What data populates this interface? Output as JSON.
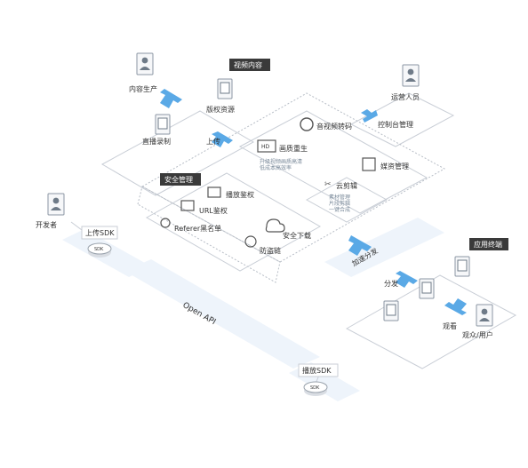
{
  "colors": {
    "accent_blue": "#5aa9e6",
    "band_blue": "#eef4fb",
    "dark_tag": "#3a3a3a",
    "line_gray": "#c9ced6"
  },
  "producers": {
    "content_producer": "内容生产",
    "live_recording": "直播录制",
    "copyright_source": "版权资源",
    "video_content_tag": "视频内容",
    "upload_label": "上传"
  },
  "operator": {
    "ops_staff": "运营人员",
    "console_manage": "控制台管理"
  },
  "core": {
    "transcode": "音视频转码",
    "hd_gen": "画质重生",
    "hd_desc": "升级视频画质高清\n低成本高效率",
    "media_manage": "媒资管理",
    "clip": "云剪辑",
    "clip_desc": "素材管理\n片段剪辑\n一键合成",
    "hd_icon": "HD"
  },
  "security": {
    "tag": "安全管理",
    "items": [
      "播放鉴权",
      "URL鉴权",
      "Referer黑名单",
      "安全下载",
      "防盗链"
    ]
  },
  "developer": {
    "developer_label": "开发者",
    "upload_sdk": "上传SDK",
    "sdk_chip": "SDK"
  },
  "api": {
    "open_api": "Open API"
  },
  "playback": {
    "play_sdk": "播放SDK",
    "sdk_chip": "SDK"
  },
  "distribution": {
    "accel": "加速分发",
    "distribute": "分发",
    "app_terminal_tag": "应用终端",
    "viewer": "观众/用户",
    "watch": "观看"
  }
}
